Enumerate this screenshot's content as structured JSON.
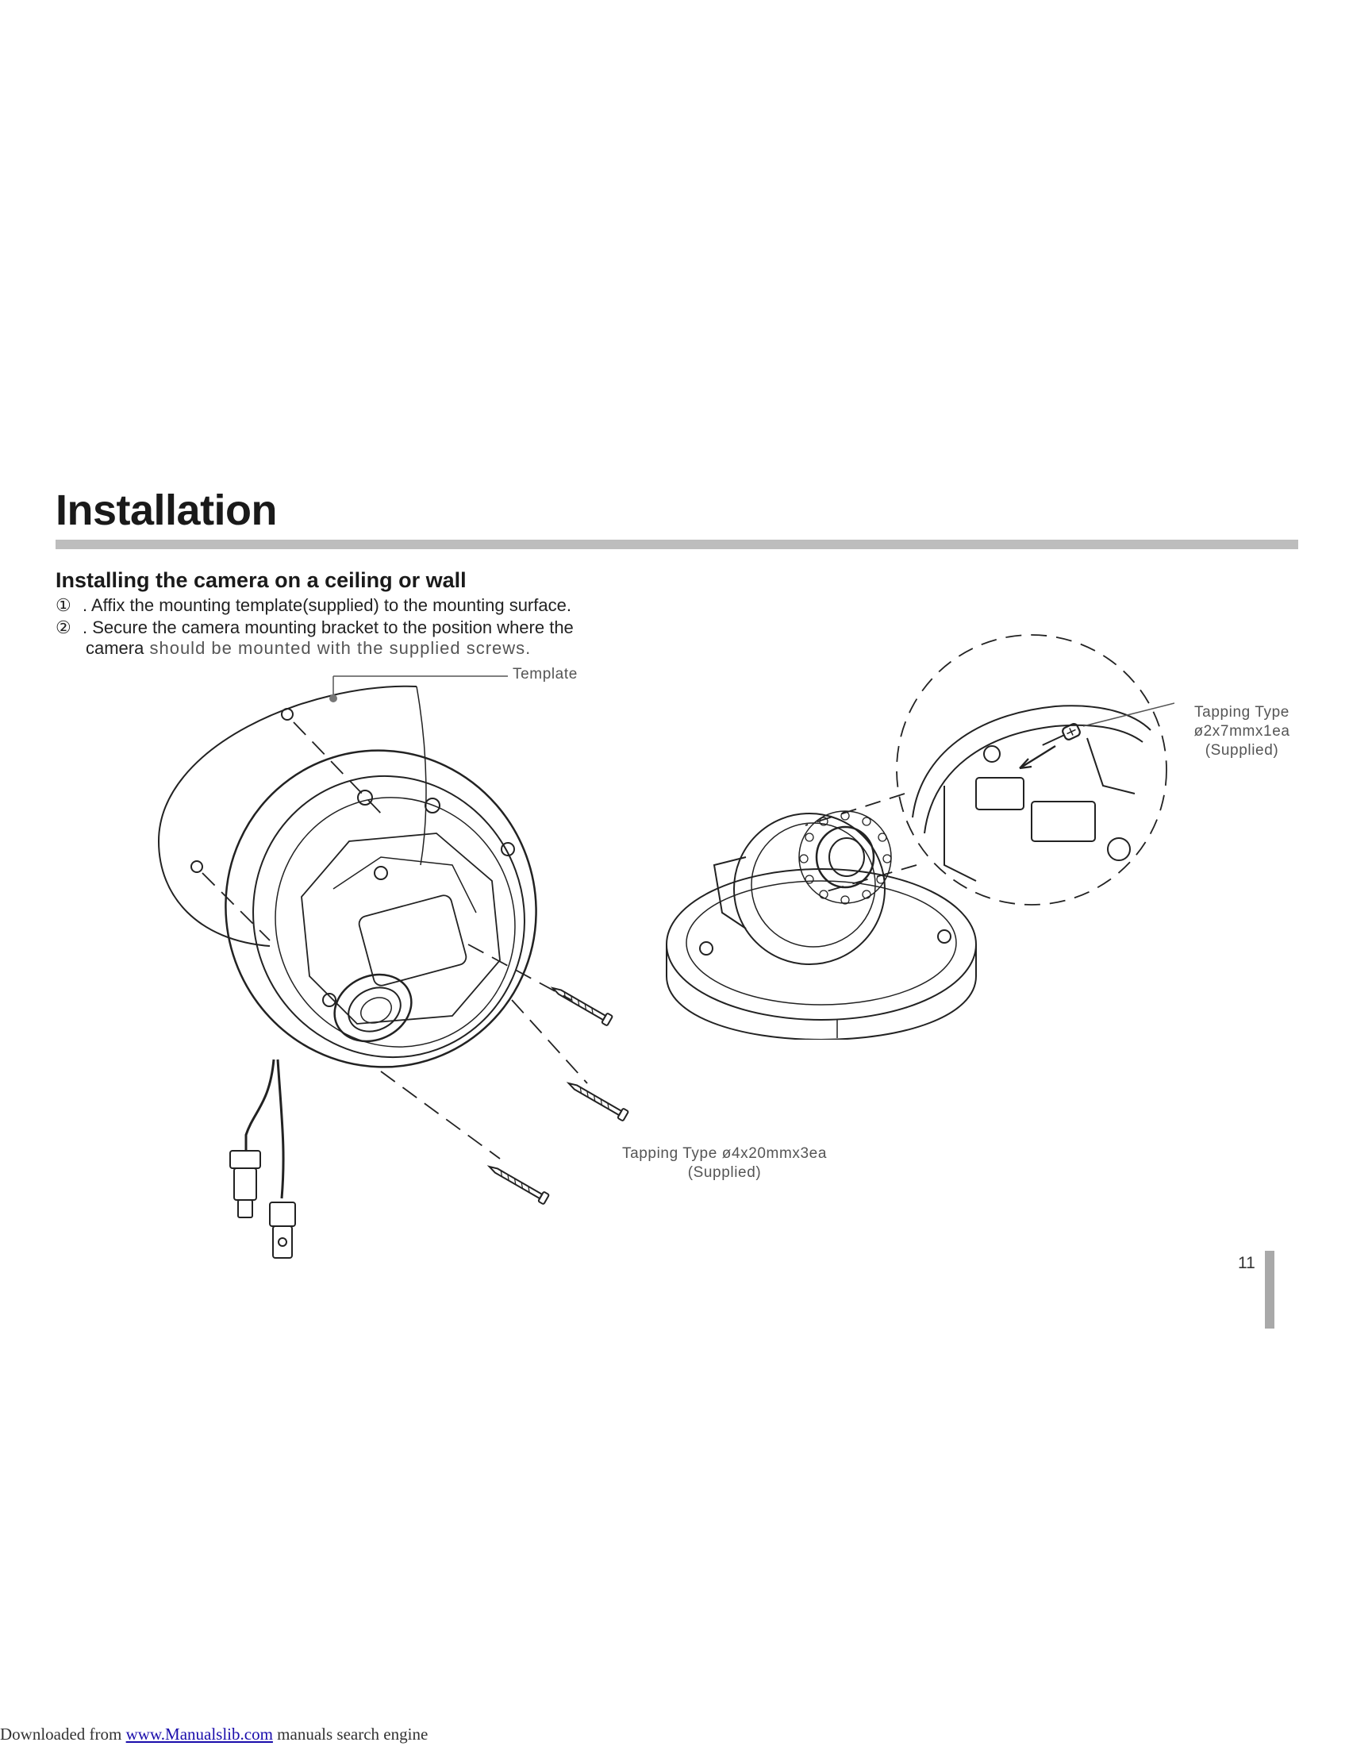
{
  "page": {
    "title": "Installation",
    "section_heading": "Installing the camera on a ceiling or wall",
    "steps": [
      {
        "num": "①",
        "text": ". Affix the mounting template(supplied) to the mounting surface."
      },
      {
        "num": "②",
        "text": ". Secure the camera mounting bracket to the position where the"
      }
    ],
    "step2_cont_bold": "camera",
    "step2_cont_rest": " should be mounted with the supplied screws.",
    "labels": {
      "template": "Template",
      "screw_big_line1": "Tapping Type ø4x20mmx3ea",
      "screw_big_line2": "(Supplied)",
      "screw_small_line1": "Tapping Type",
      "screw_small_line2": "ø2x7mmx1ea",
      "screw_small_line3": "(Supplied)"
    },
    "page_number": "11"
  },
  "footer": {
    "prefix": "Downloaded from ",
    "link_text": "www.Manualslib.com",
    "suffix": "  manuals search engine"
  },
  "colors": {
    "rule": "#bdbdbd",
    "line_art": "#222222",
    "link": "#1a0dab"
  },
  "icons": {
    "step_markers": "circled-digit"
  }
}
